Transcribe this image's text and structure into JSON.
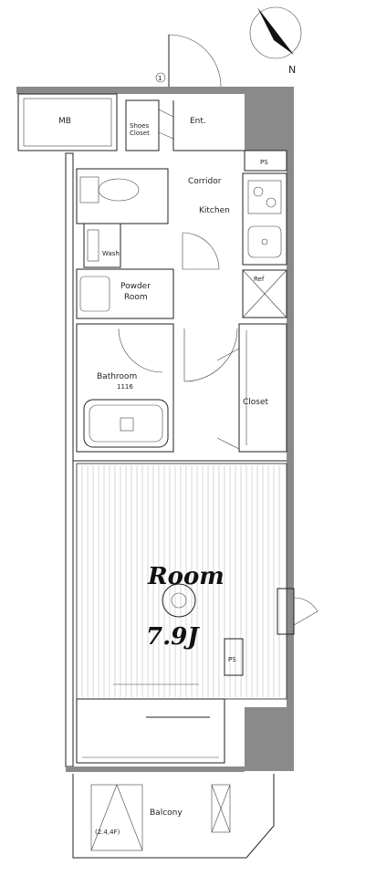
{
  "plan": {
    "compass": {
      "label": "N",
      "marker": "1"
    },
    "rooms": {
      "mb": "MB",
      "shoes_closet_line1": "Shoes",
      "shoes_closet_line2": "Closet",
      "entrance": "Ent.",
      "ps_top": "PS",
      "corridor": "Corridor",
      "kitchen": "Kitchen",
      "wash": "Wash.",
      "ref": "Ref",
      "powder_room_line1": "Powder",
      "powder_room_line2": "Room",
      "bathroom": "Bathroom",
      "bathroom_size": "1116",
      "closet": "Closet",
      "room": "Room",
      "room_size": "7.9J",
      "ps_bottom": "PS",
      "balcony": "Balcony",
      "balcony_note": "(2.4,4F)"
    }
  }
}
